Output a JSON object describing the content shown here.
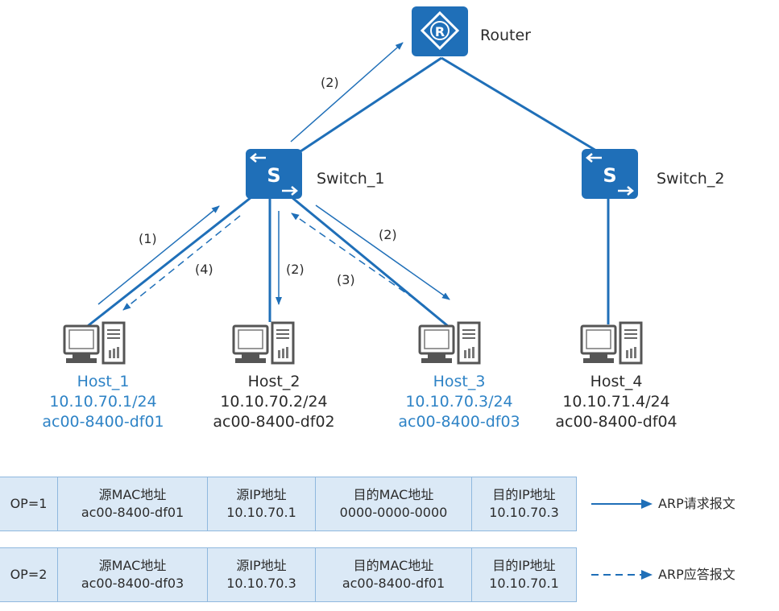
{
  "nodes": {
    "router": "Router",
    "switch_1": "Switch_1",
    "switch_2": "Switch_2",
    "router_glyph": "R",
    "switch_glyph": "S"
  },
  "steps": {
    "s1": "(1)",
    "s2_router": "(2)",
    "s2_host2": "(2)",
    "s2_host3": "(2)",
    "s3": "(3)",
    "s4": "(4)"
  },
  "hosts": [
    {
      "name": "Host_1",
      "ip": "10.10.70.1/24",
      "mac": "ac00-8400-df01",
      "highlight": true
    },
    {
      "name": "Host_2",
      "ip": "10.10.70.2/24",
      "mac": "ac00-8400-df02",
      "highlight": false
    },
    {
      "name": "Host_3",
      "ip": "10.10.70.3/24",
      "mac": "ac00-8400-df03",
      "highlight": true
    },
    {
      "name": "Host_4",
      "ip": "10.10.71.4/24",
      "mac": "ac00-8400-df04",
      "highlight": false
    }
  ],
  "packets": {
    "request": {
      "op": "OP=1",
      "src_mac_label": "源MAC地址",
      "src_mac": "ac00-8400-df01",
      "src_ip_label": "源IP地址",
      "src_ip": "10.10.70.1",
      "dst_mac_label": "目的MAC地址",
      "dst_mac": "0000-0000-0000",
      "dst_ip_label": "目的IP地址",
      "dst_ip": "10.10.70.3"
    },
    "reply": {
      "op": "OP=2",
      "src_mac_label": "源MAC地址",
      "src_mac": "ac00-8400-df03",
      "src_ip_label": "源IP地址",
      "src_ip": "10.10.70.3",
      "dst_mac_label": "目的MAC地址",
      "dst_mac": "ac00-8400-df01",
      "dst_ip_label": "目的IP地址",
      "dst_ip": "10.10.70.1"
    }
  },
  "legend": {
    "request": "ARP请求报文",
    "reply": "ARP应答报文"
  },
  "colors": {
    "device": "#1f6fb8",
    "link": "#1f6fb8",
    "highlight_text": "#2e83c6",
    "cell_fill": "#dbe9f6"
  }
}
